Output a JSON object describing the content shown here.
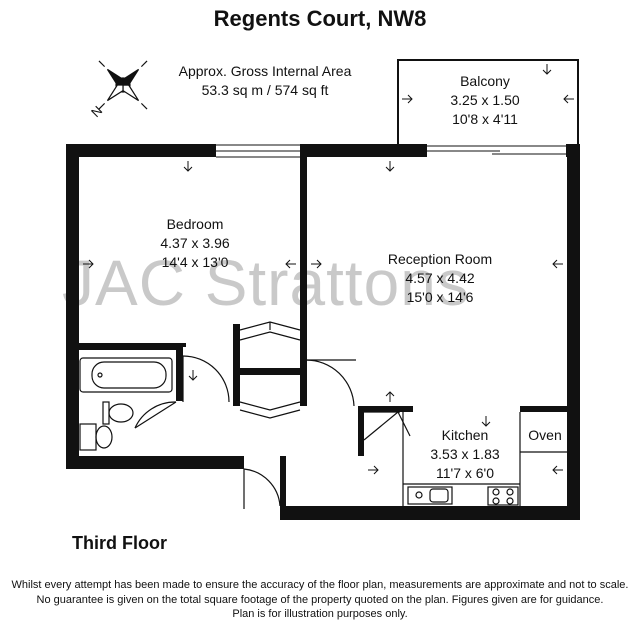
{
  "header": {
    "title": "Regents Court, NW8",
    "area_line1": "Approx. Gross Internal Area",
    "area_line2": "53.3 sq m / 574 sq ft"
  },
  "compass": {
    "letter": "N"
  },
  "rooms": {
    "balcony": {
      "name": "Balcony",
      "metric": "3.25 x 1.50",
      "imperial": "10'8 x 4'11"
    },
    "bedroom": {
      "name": "Bedroom",
      "metric": "4.37 x 3.96",
      "imperial": "14'4 x 13'0"
    },
    "reception": {
      "name": "Reception Room",
      "metric": "4.57 x 4.42",
      "imperial": "15'0 x 14'6"
    },
    "kitchen": {
      "name": "Kitchen",
      "metric": "3.53 x 1.83",
      "imperial": "11'7 x 6'0"
    },
    "oven": {
      "label": "Oven"
    }
  },
  "watermark": "JAC Strattons",
  "floor_label": "Third Floor",
  "disclaimer": {
    "line1": "Whilst every attempt has been made to ensure the accuracy of the floor plan, measurements are approximate and not to scale.",
    "line2": "No guarantee is given on the total square footage of the property quoted on the plan. Figures given are for guidance.",
    "line3": "Plan is for illustration purposes only."
  }
}
